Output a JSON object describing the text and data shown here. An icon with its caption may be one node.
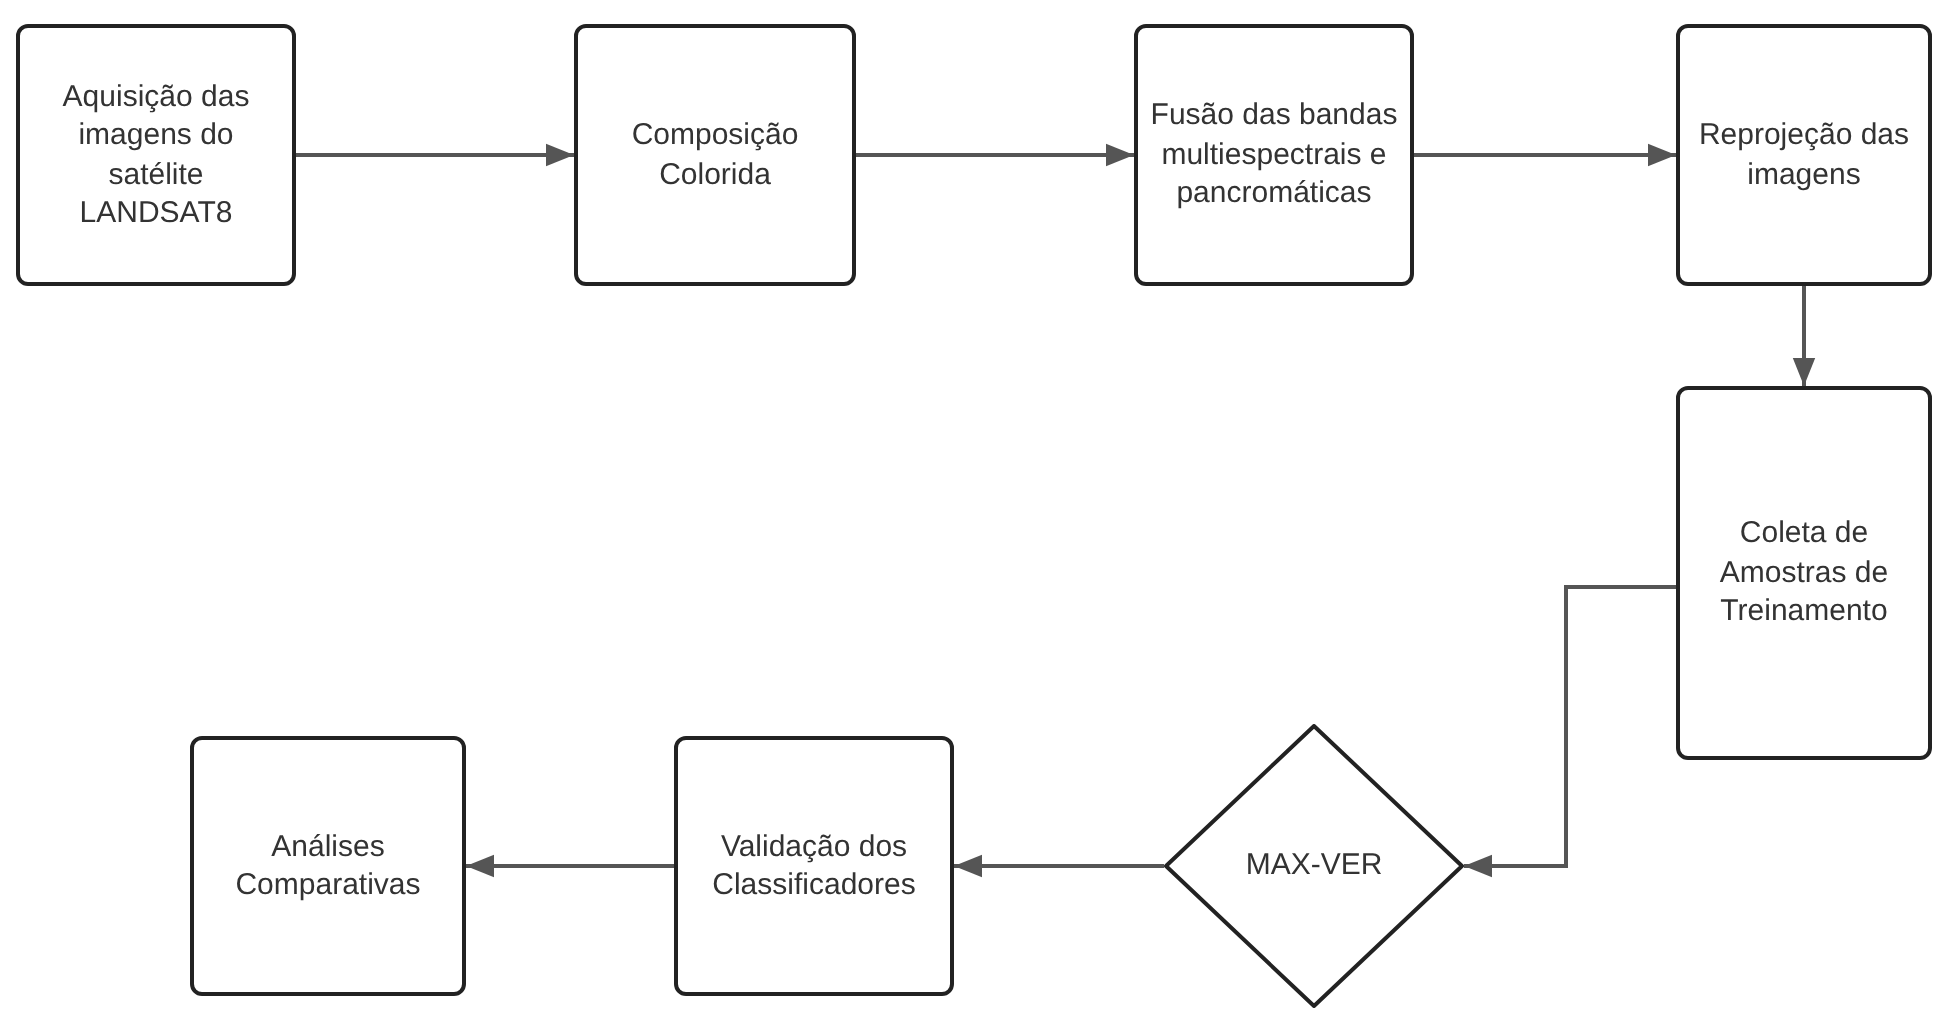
{
  "diagram": {
    "nodes": [
      {
        "text": [
          "Aquisição das imagens do satélite LANDSAT8"
        ]
      },
      {
        "text": [
          "Composição Colorida"
        ]
      },
      {
        "text": [
          "Fusão das bandas multiespectrais e pancromáticas"
        ]
      },
      {
        "text": [
          "Reprojeção das imagens"
        ]
      },
      {
        "text": [
          "Coleta de Amostras de Treinamento"
        ]
      },
      {
        "text": [
          "MAX-VER"
        ]
      },
      {
        "text": [
          "Validação dos Classificadores"
        ]
      },
      {
        "text": [
          "Análises Comparativas"
        ]
      }
    ],
    "edges": [
      {
        "from": 0,
        "to": 1,
        "arrow": "to"
      },
      {
        "from": 1,
        "to": 2,
        "arrow": "to"
      },
      {
        "from": 2,
        "to": 3,
        "arrow": "to"
      },
      {
        "from": 3,
        "to": 4,
        "arrow": "to"
      },
      {
        "from": 4,
        "to": 5,
        "arrow": "to"
      },
      {
        "from": 5,
        "to": 6,
        "arrow": "to"
      },
      {
        "from": 6,
        "to": 7,
        "arrow": "to"
      }
    ]
  }
}
